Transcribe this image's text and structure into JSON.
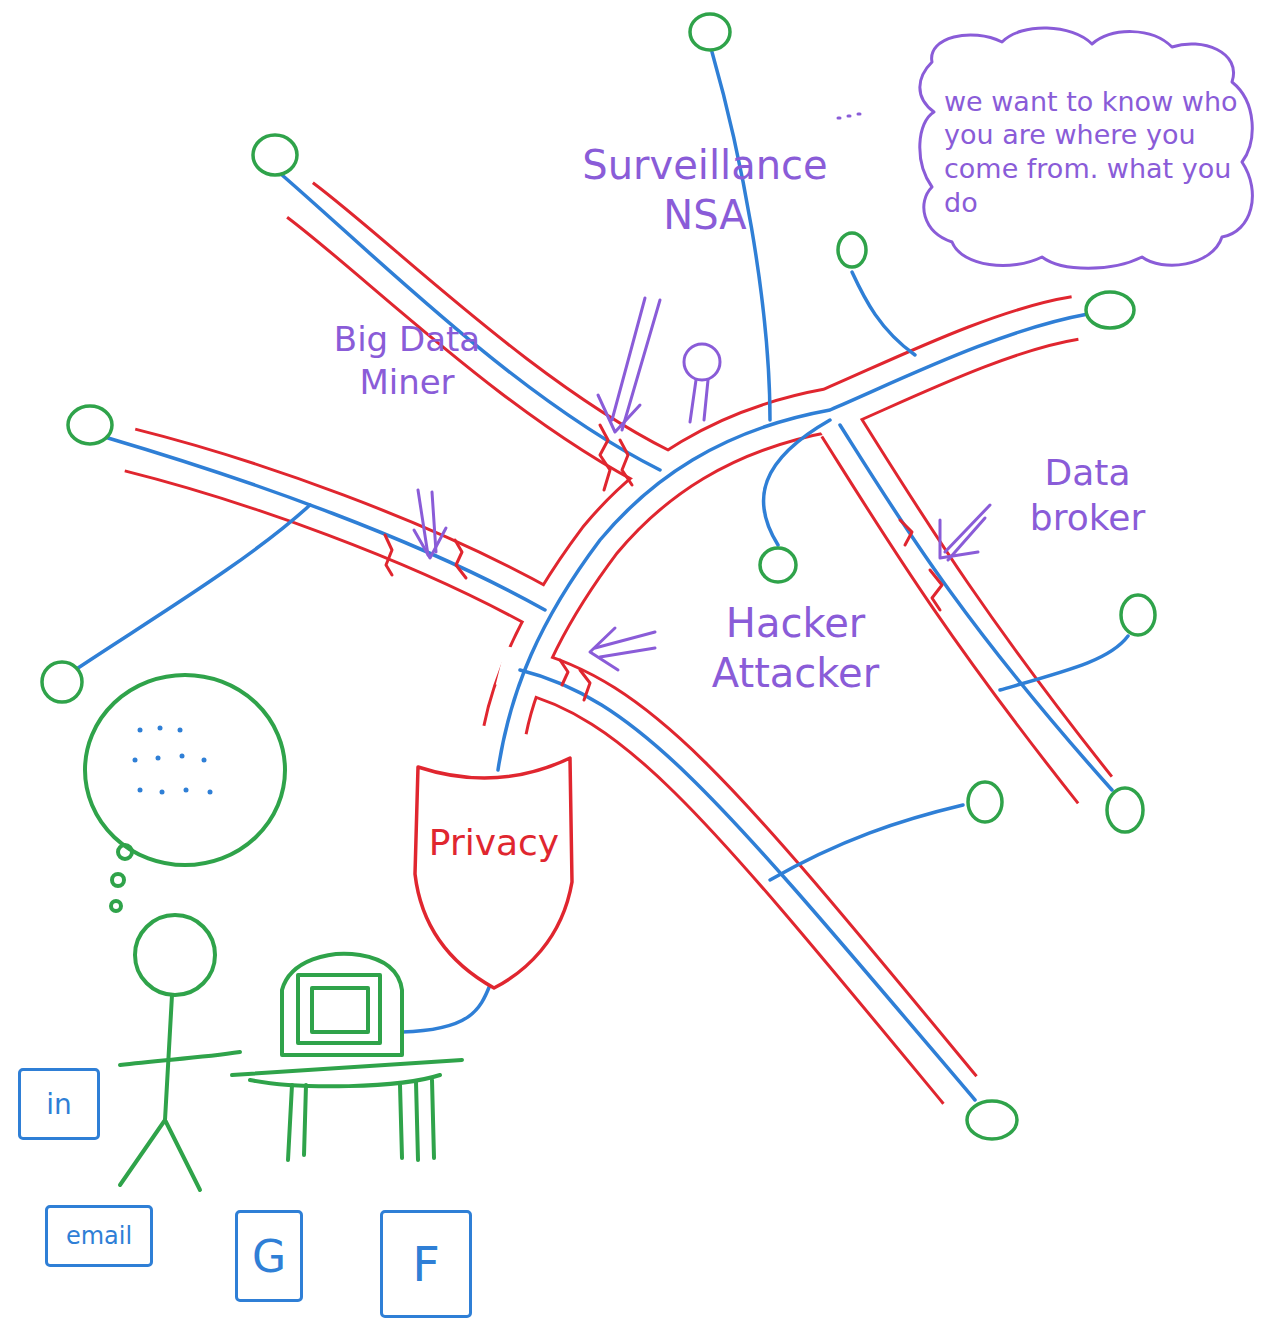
{
  "diagram": {
    "nodes": [
      {
        "text": [
          "we want to know who you are where you come from. what you do"
        ]
      },
      {
        "text": [
          "Privacy"
        ]
      },
      {
        "text": [
          "in"
        ]
      },
      {
        "text": [
          "email"
        ]
      },
      {
        "text": [
          "G"
        ]
      },
      {
        "text": [
          "F"
        ]
      }
    ],
    "labels": [
      "Surveillance NSA",
      "Big Data Miner",
      "Data broker",
      "Hacker Attacker"
    ]
  }
}
